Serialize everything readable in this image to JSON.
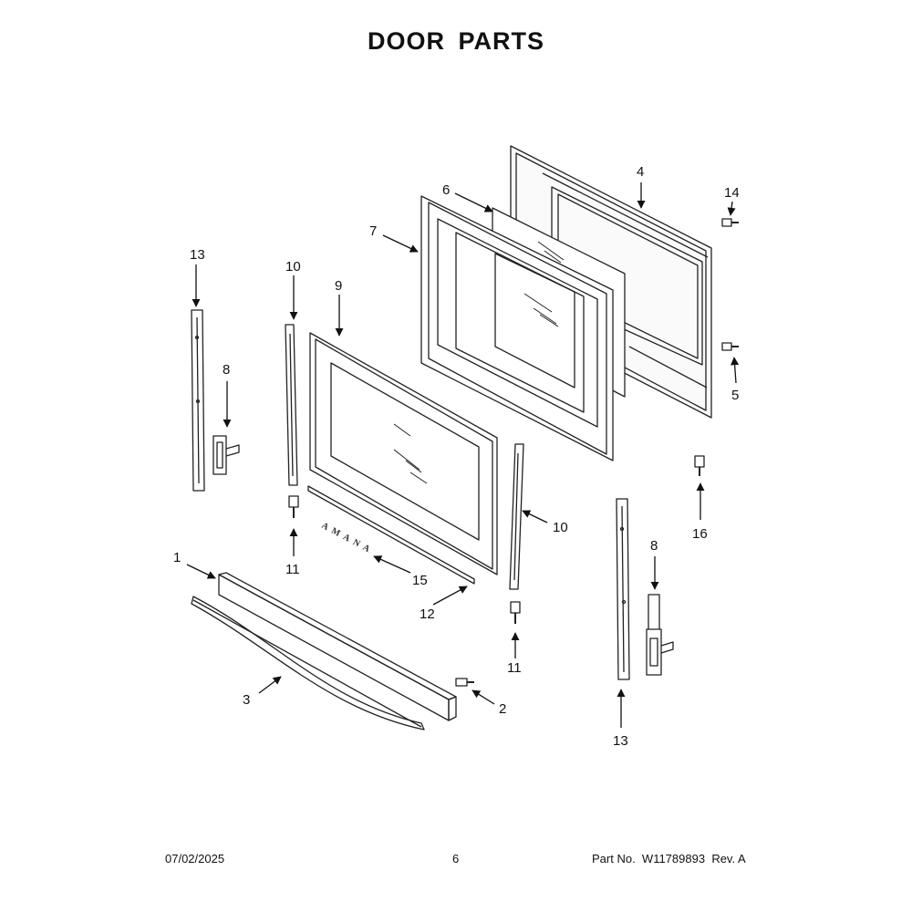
{
  "title": "DOOR PARTS",
  "callouts": [
    "1",
    "2",
    "3",
    "4",
    "5",
    "6",
    "7",
    "8",
    "8",
    "9",
    "10",
    "10",
    "11",
    "11",
    "12",
    "13",
    "13",
    "14",
    "15",
    "16"
  ],
  "logo_text": "AMANA",
  "footer": {
    "date": "07/02/2025",
    "page": "6",
    "part_label": "Part No.",
    "part_number": "W11789893",
    "rev_label": "Rev.",
    "rev": "A"
  }
}
